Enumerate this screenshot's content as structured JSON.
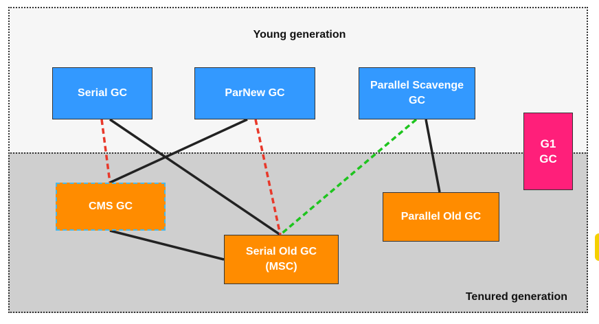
{
  "regions": {
    "young": "Young generation",
    "tenured": "Tenured generation"
  },
  "boxes": {
    "serial": {
      "label": "Serial GC",
      "color": "#3399ff"
    },
    "parnew": {
      "label": "ParNew GC",
      "color": "#3399ff"
    },
    "pscavenge": {
      "label": "Parallel Scavenge\nGC",
      "color": "#3399ff"
    },
    "g1": {
      "label": "G1\nGC",
      "color": "#ff1f7a"
    },
    "cms": {
      "label": "CMS GC",
      "color": "#ff8c00"
    },
    "serialold": {
      "label": "Serial Old GC\n(MSC)",
      "color": "#ff8c00"
    },
    "parallelold": {
      "label": "Parallel Old GC",
      "color": "#ff8c00"
    }
  },
  "connections": [
    {
      "from": "serial",
      "to": "cms",
      "style": "dashed",
      "color": "#e8382a"
    },
    {
      "from": "serial",
      "to": "serialold",
      "style": "solid",
      "color": "#222222"
    },
    {
      "from": "parnew",
      "to": "cms",
      "style": "solid",
      "color": "#222222"
    },
    {
      "from": "parnew",
      "to": "serialold",
      "style": "dashed",
      "color": "#e8382a"
    },
    {
      "from": "pscavenge",
      "to": "serialold",
      "style": "dashed",
      "color": "#1ec41e"
    },
    {
      "from": "pscavenge",
      "to": "parallelold",
      "style": "solid",
      "color": "#222222"
    },
    {
      "from": "cms",
      "to": "serialold",
      "style": "solid",
      "color": "#222222"
    }
  ]
}
